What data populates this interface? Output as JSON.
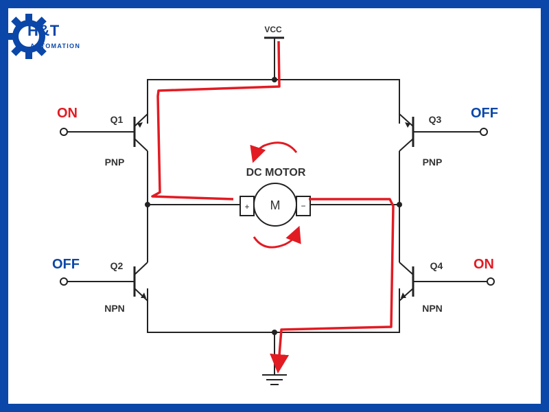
{
  "logo": {
    "title": "H&T",
    "subtitle": "AUTOMATION"
  },
  "supply_label": "VCC",
  "motor": {
    "title": "DC MOTOR",
    "symbol": "M",
    "plus": "+",
    "minus": "−"
  },
  "transistors": [
    {
      "name": "Q1",
      "type": "PNP",
      "state": "ON"
    },
    {
      "name": "Q2",
      "type": "NPN",
      "state": "OFF"
    },
    {
      "name": "Q3",
      "type": "PNP",
      "state": "OFF"
    },
    {
      "name": "Q4",
      "type": "NPN",
      "state": "ON"
    }
  ],
  "colors": {
    "border": "#0a47a8",
    "on": "#e21b23",
    "off": "#0a47a8",
    "current_path": "#e21b23",
    "wire": "#222222"
  },
  "icons": [
    "gear-icon",
    "ground-icon",
    "motor-icon",
    "rotation-arrow-icon"
  ]
}
